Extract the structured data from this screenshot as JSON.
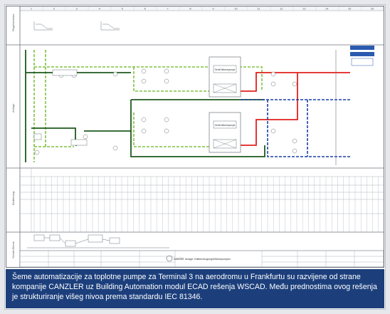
{
  "drawing": {
    "column_numbers": [
      "1",
      "2",
      "3",
      "4",
      "5",
      "6",
      "7",
      "8",
      "9",
      "10",
      "11",
      "12",
      "13",
      "14",
      "15",
      "16"
    ],
    "zone_labels": [
      "Regelschema",
      "Anlage",
      "Bedienung",
      "Schalt-Ebene"
    ],
    "unit_labels": [
      "Gerät Wärmepumpe",
      "Gerät Wärmepumpe"
    ],
    "legend_boxes": [
      "",
      ""
    ],
    "logo_text": "canzler",
    "title_block": {
      "project": "Anlage: Kälteerzeugung/Wärmepumpen"
    }
  },
  "caption": {
    "text": "Šeme automatizacije za toplotne pumpe za Terminal 3 na aerodromu u Frankfurtu su razvijene od strane kompanije CANZLER uz Building Automation modul ECAD rešenja WSCAD. Među prednostima ovog rešenja je strukturiranje višeg nivoa prema standardu IEC 81346."
  },
  "colors": {
    "caption_bg": "#1c3f7c",
    "pipe_red": "#e0201c",
    "pipe_blue": "#1c3fa8",
    "pipe_green": "#7fc241",
    "pipe_dark_green": "#1e5a1e"
  }
}
